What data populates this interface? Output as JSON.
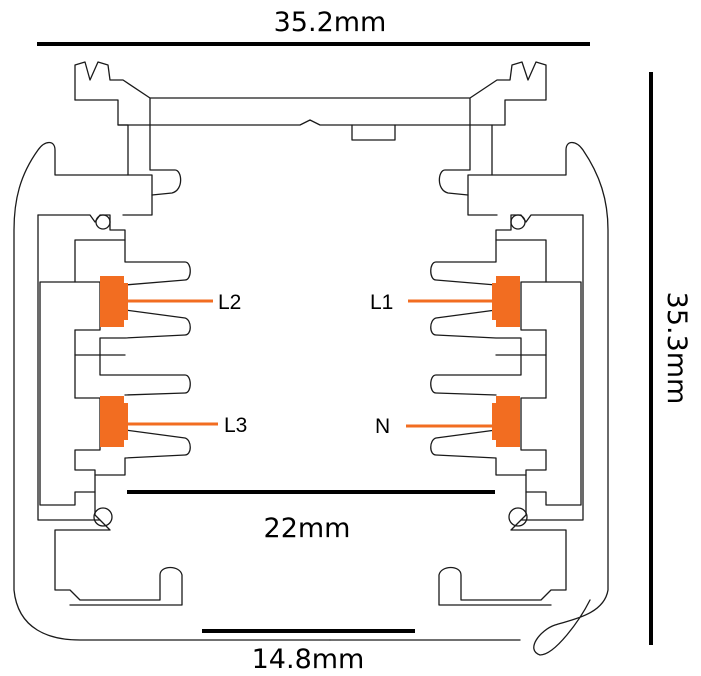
{
  "dimensions": {
    "top_width": "35.2mm",
    "right_height": "35.3mm",
    "inner_width": "22mm",
    "slot_width": "14.8mm"
  },
  "conductors": {
    "left_top": "L2",
    "left_bottom": "L3",
    "right_top": "L1",
    "right_bottom": "N"
  },
  "colors": {
    "conductor": "#f26d21",
    "outline": "#1a1a1a",
    "dimension_line": "#000000"
  }
}
